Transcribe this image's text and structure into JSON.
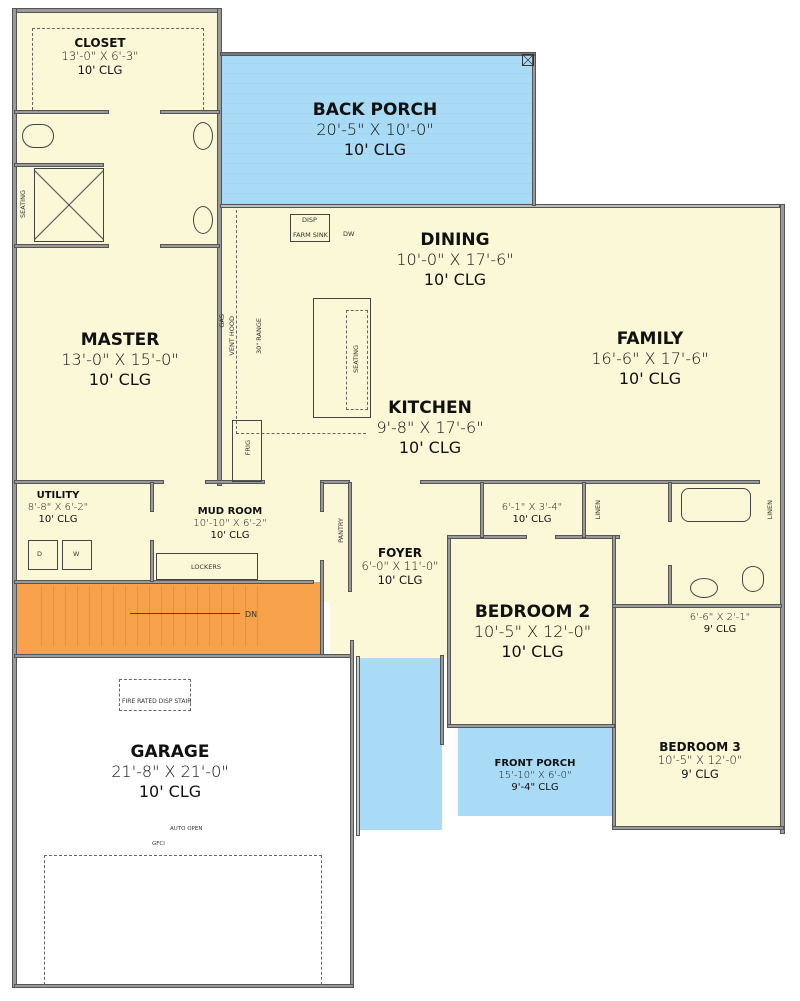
{
  "rooms": {
    "closet": {
      "name": "CLOSET",
      "dim": "13'-0\" X 6'-3\"",
      "clg": "10' CLG"
    },
    "back_porch": {
      "name": "BACK PORCH",
      "dim": "20'-5\" X 10'-0\"",
      "clg": "10' CLG"
    },
    "dining": {
      "name": "DINING",
      "dim": "10'-0\" X 17'-6\"",
      "clg": "10' CLG"
    },
    "master": {
      "name": "MASTER",
      "dim": "13'-0\" X 15'-0\"",
      "clg": "10' CLG"
    },
    "family": {
      "name": "FAMILY",
      "dim": "16'-6\" X 17'-6\"",
      "clg": "10' CLG"
    },
    "kitchen": {
      "name": "KITCHEN",
      "dim": "9'-8\" X 17'-6\"",
      "clg": "10' CLG"
    },
    "utility": {
      "name": "UTILITY",
      "dim": "8'-8\" X 6'-2\"",
      "clg": "10' CLG"
    },
    "mud_room": {
      "name": "MUD ROOM",
      "dim": "10'-10\" X 6'-2\"",
      "clg": "10' CLG"
    },
    "foyer": {
      "name": "FOYER",
      "dim": "6'-0\" X 11'-0\"",
      "clg": "10' CLG"
    },
    "hall_closet": {
      "name": "",
      "dim": "6'-1\" X 3'-4\"",
      "clg": "10' CLG"
    },
    "bath_closet": {
      "name": "",
      "dim": "6'-6\" X 2'-1\"",
      "clg": "9' CLG"
    },
    "bedroom2": {
      "name": "BEDROOM 2",
      "dim": "10'-5\" X 12'-0\"",
      "clg": "10' CLG"
    },
    "garage": {
      "name": "GARAGE",
      "dim": "21'-8\" X 21'-0\"",
      "clg": "10' CLG"
    },
    "front_porch": {
      "name": "FRONT PORCH",
      "dim": "15'-10\" X 6'-0\"",
      "clg": "9'-4\" CLG"
    },
    "bedroom3": {
      "name": "BEDROOM 3",
      "dim": "10'-5\" X 12'-0\"",
      "clg": "9' CLG"
    }
  },
  "annotations": {
    "seating_bath": "SEATING",
    "seating_island": "SEATING",
    "disp": "DISP",
    "farm_sink": "FARM SINK",
    "dw": "DW",
    "vent_hood": "VENT HOOD",
    "range": "30\" RANGE",
    "gas": "GAS",
    "frig": "FRIG",
    "dryer": "D",
    "washer": "W",
    "lockers": "LOCKERS",
    "pantry": "PANTRY",
    "linen1": "LINEN",
    "linen2": "LINEN",
    "stair_dn": "DN",
    "fire_stair": "FIRE RATED DISP STAIR",
    "auto_open": "AUTO OPEN",
    "gfci": "GFCI"
  },
  "colors": {
    "interior": "#fbf8d8",
    "porch": "#a9dbf7",
    "stair": "#f7a24a",
    "wall": "#9a9a9a",
    "garage": "#ffffff"
  }
}
